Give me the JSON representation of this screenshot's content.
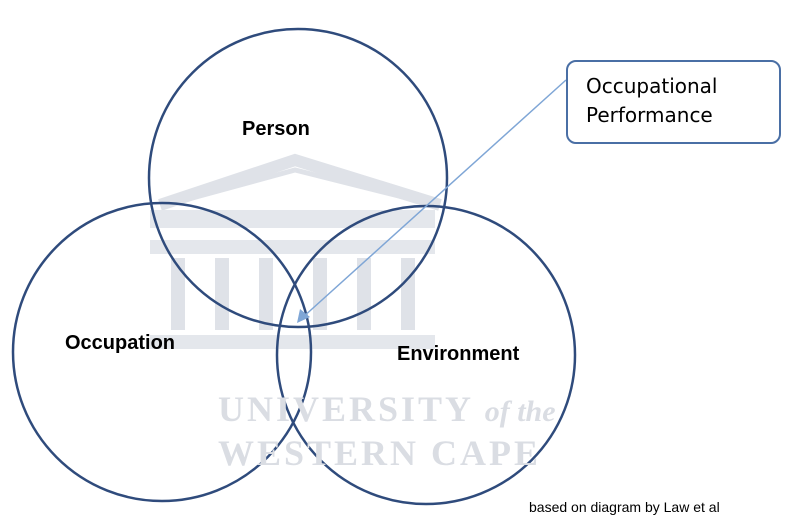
{
  "diagram": {
    "circles": [
      {
        "id": "person",
        "label": "Person"
      },
      {
        "id": "occupation",
        "label": "Occupation"
      },
      {
        "id": "environment",
        "label": "Environment"
      }
    ],
    "callout": {
      "lines": [
        "Occupational",
        "Performance"
      ],
      "points_to": "intersection of all three circles"
    },
    "credit": "based on diagram by Law et al",
    "watermark": {
      "line1_main": "UNIVERSITY",
      "line1_italic": "of the",
      "line2": "WESTERN CAPE",
      "emblem": "university-building-seal"
    },
    "colors": {
      "circle_stroke": "#2f4b7c",
      "arrow": "#7fa6d6",
      "callout_border": "#4a6fa5",
      "watermark": "#dadde3"
    }
  }
}
